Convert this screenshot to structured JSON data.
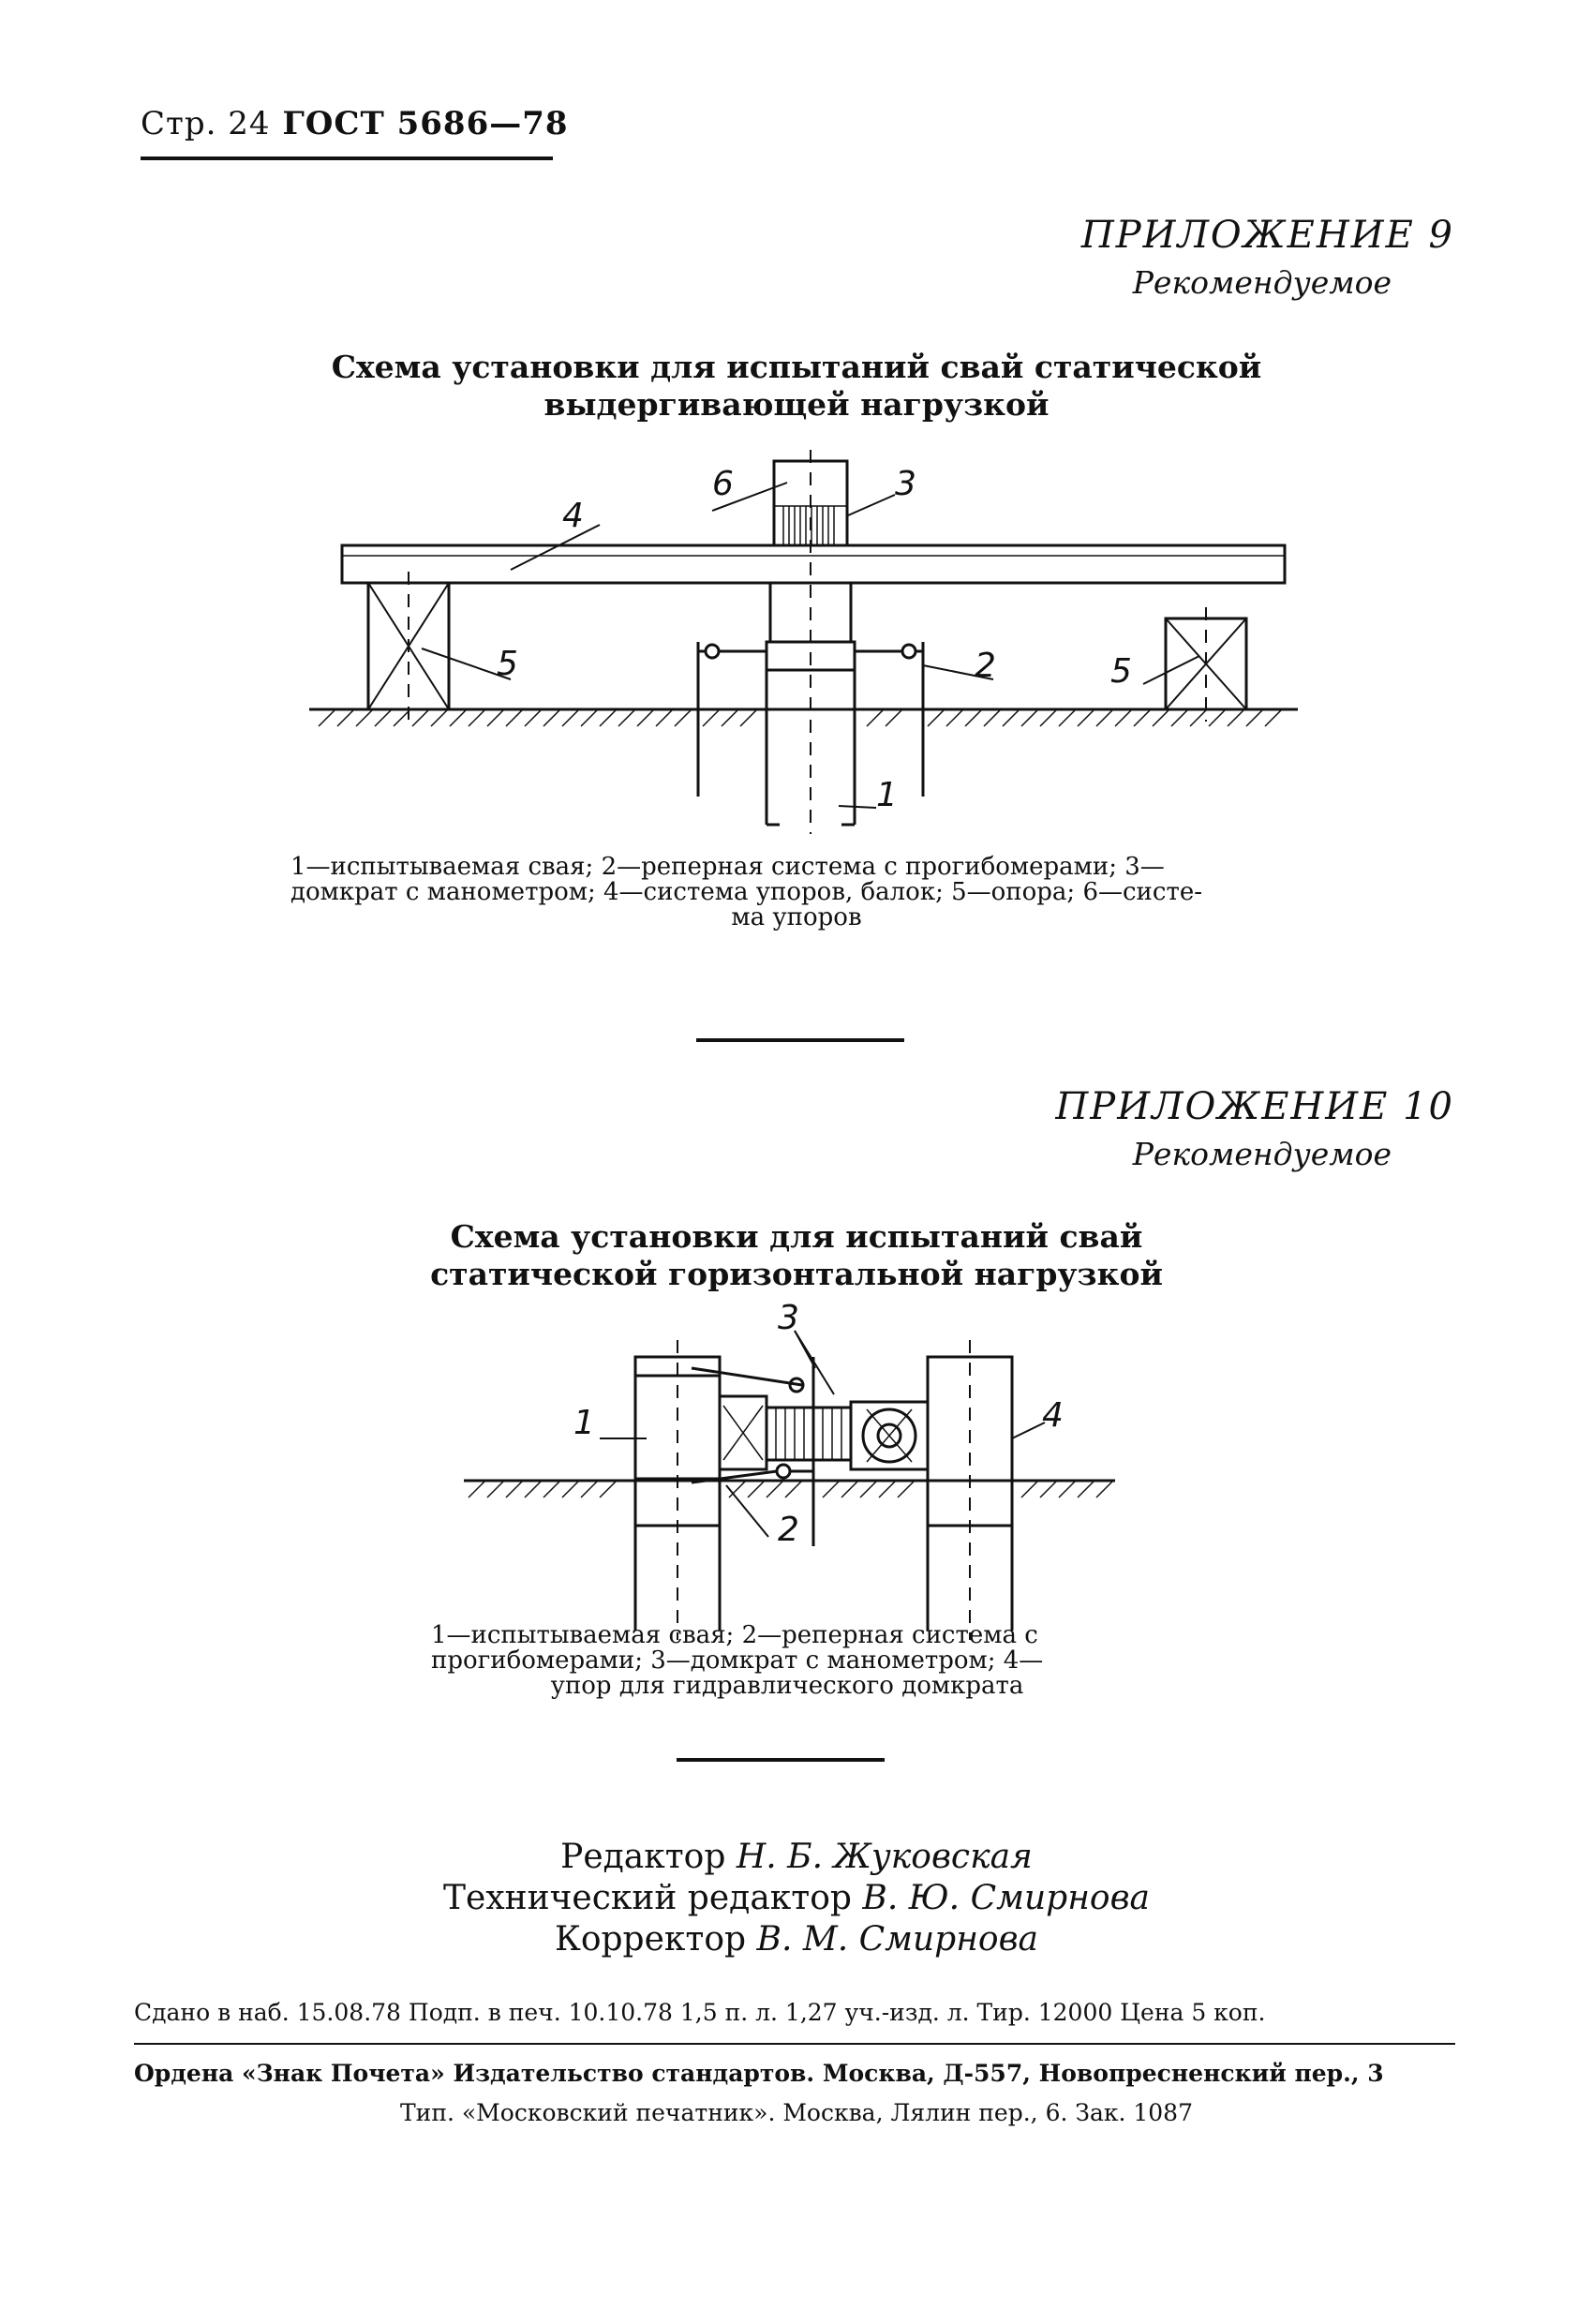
{
  "header": {
    "page": "Стр. 24",
    "standard": "ГОСТ 5686—78"
  },
  "appendix9": {
    "title": "ПРИЛОЖЕНИЕ 9",
    "status": "Рекомендуемое",
    "figure_title_line1": "Схема установки для испытаний свай статической",
    "figure_title_line2": "выдергивающей нагрузкой",
    "labels": [
      "1",
      "2",
      "3",
      "4",
      "5",
      "5",
      "6"
    ],
    "caption_line1": "1—испытываемая свая; 2—реперная система с прогибомерами; 3—",
    "caption_line2": "домкрат с манометром; 4—система упоров, балок; 5—опора; 6—систе-",
    "caption_line3": "ма упоров"
  },
  "appendix10": {
    "title": "ПРИЛОЖЕНИЕ 10",
    "status": "Рекомендуемое",
    "figure_title_line1": "Схема установки для испытаний свай",
    "figure_title_line2": "статической горизонтальной нагрузкой",
    "labels": [
      "1",
      "2",
      "3",
      "4"
    ],
    "caption_line1": "1—испытываемая свая; 2—реперная система с",
    "caption_line2": "прогибомерами; 3—домкрат с манометром; 4—",
    "caption_line3": "упор для гидравлического домкрата"
  },
  "credits": {
    "editor_role": "Редактор",
    "editor_name": "Н. Б. Жуковская",
    "tech_editor_role": "Технический редактор",
    "tech_editor_name": "В. Ю. Смирнова",
    "corrector_role": "Корректор",
    "corrector_name": "В. М. Смирнова"
  },
  "imprint": {
    "line1": "Сдано в наб. 15.08.78 Подп. в печ. 10.10.78 1,5 п. л. 1,27 уч.-изд. л. Тир. 12000 Цена 5 коп.",
    "line2": "Ордена «Знак Почета» Издательство стандартов. Москва, Д-557, Новопресненский пер., 3",
    "line3": "Тип. «Московский печатник». Москва, Лялин пер., 6. Зак. 1087"
  }
}
